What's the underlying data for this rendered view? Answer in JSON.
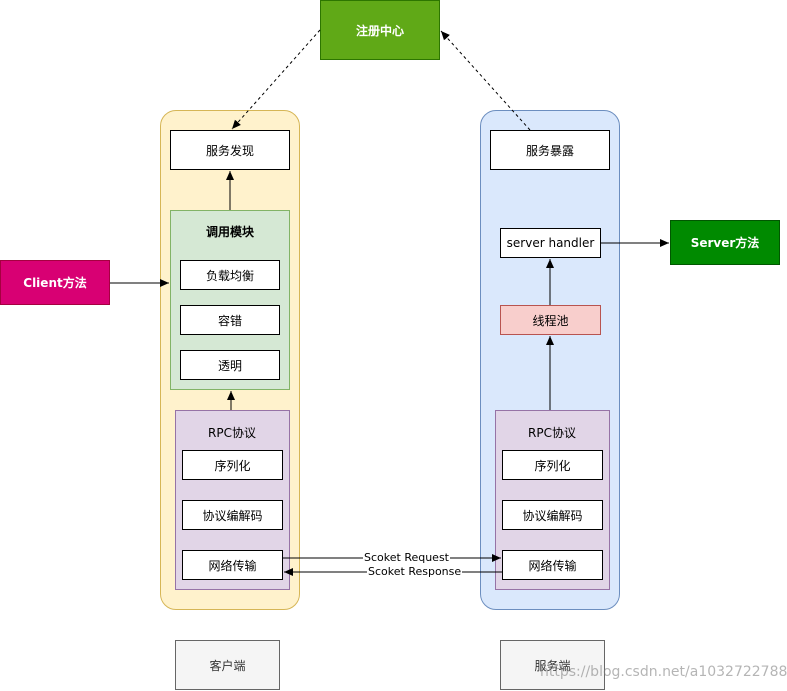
{
  "registry": {
    "label": "注册中心"
  },
  "client": {
    "discovery": "服务发现",
    "invoke_group": {
      "title": "调用模块",
      "items": [
        "负载均衡",
        "容错",
        "透明"
      ]
    },
    "rpc_group": {
      "title": "RPC协议",
      "items": [
        "序列化",
        "协议编解码",
        "网络传输"
      ]
    },
    "method": "Client方法",
    "footer": "客户端"
  },
  "server": {
    "exposure": "服务暴露",
    "handler": "server handler",
    "thread_pool": "线程池",
    "rpc_group": {
      "title": "RPC协议",
      "items": [
        "序列化",
        "协议编解码",
        "网络传输"
      ]
    },
    "method": "Server方法",
    "footer": "服务端"
  },
  "edges": {
    "request": "Scoket Request",
    "response": "Scoket Response"
  },
  "watermark": "https://blog.csdn.net/a1032722788",
  "colors": {
    "registry": "#60a917",
    "client_lane": "#fff2cc",
    "server_lane": "#dae8fc",
    "invoke_group": "#d5e8d4",
    "rpc_group": "#e1d5e7",
    "client_method": "#d80073",
    "server_method": "#008a00",
    "thread_pool": "#f8cecc"
  }
}
